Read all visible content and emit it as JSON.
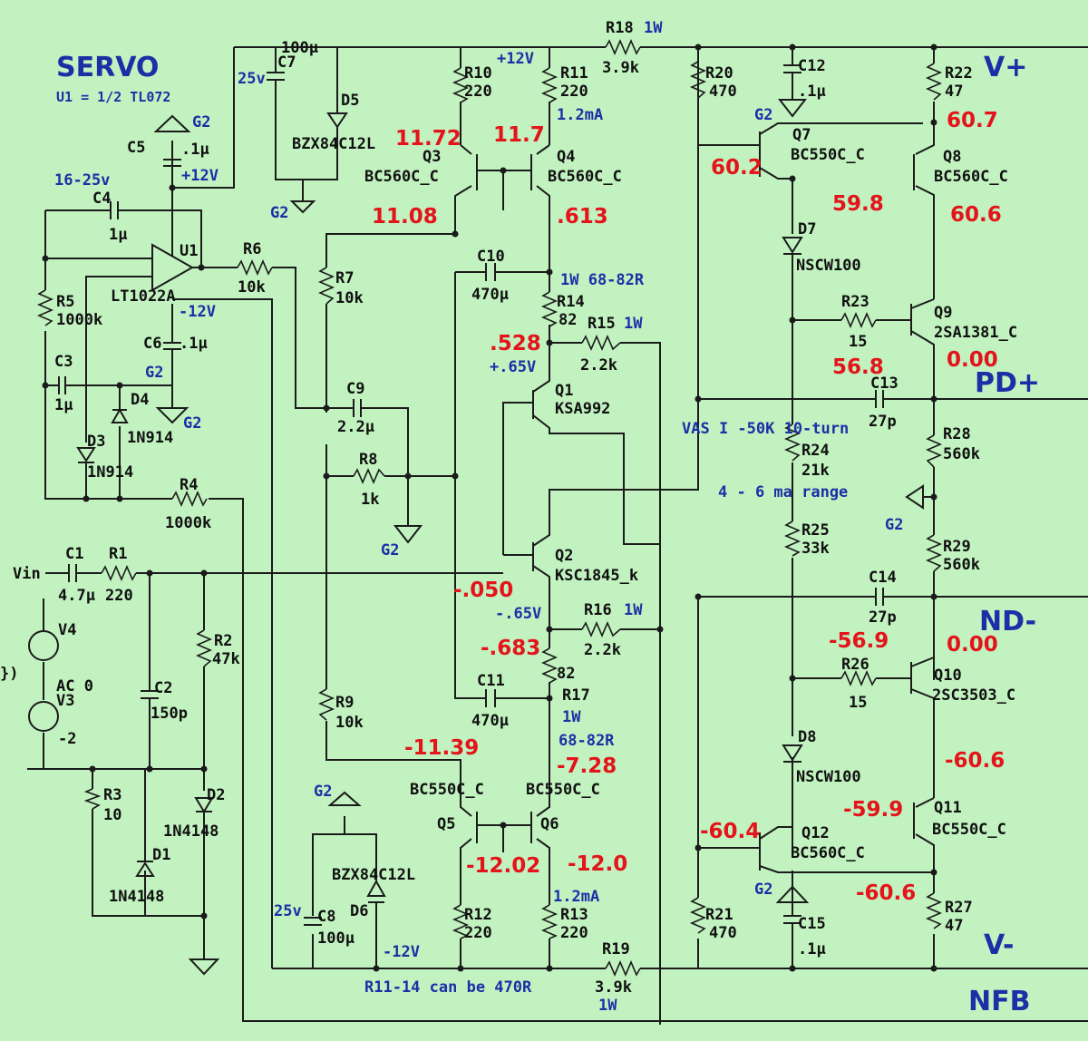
{
  "labels": {
    "servo": "SERVO",
    "u1_note": "U1 = 1/2 TL072",
    "v_plus": "V+",
    "v_minus": "V-",
    "pd_plus": "PD+",
    "nd_minus": "ND-",
    "nfb": "NFB",
    "vin": "Vin",
    "supply_16_25": "16-25v",
    "plus12_a": "+12V",
    "plus12_b": "+12V",
    "minus12_a": "-12V",
    "minus12_b": "-12V",
    "v25_a": "25v",
    "v25_b": "25v",
    "r18": "R18",
    "r18_power": "1W",
    "r18_val": "3.9k",
    "r19": "R19",
    "r19_val": "3.9k",
    "r19_power": "1W",
    "c7": "C7",
    "c7_val": "100µ",
    "d5": "D5",
    "d5_part": "BZX84C12L",
    "c8": "C8",
    "c8_val": "100µ",
    "d6": "D6",
    "d6_part": "BZX84C12L",
    "r10": "R10",
    "r10_val": "220",
    "r11": "R11",
    "r11_val": "220",
    "r11_current": "1.2mA",
    "r12": "R12",
    "r12_val": "220",
    "r13": "R13",
    "r13_val": "220",
    "r13_current": "1.2mA",
    "q3": "Q3",
    "q3_part": "BC560C_C",
    "q4": "Q4",
    "q4_part": "BC560C_C",
    "q5": "Q5",
    "q5_part": "BC550C_C",
    "q6": "Q6",
    "q6_part": "BC550C_C",
    "r20": "R20",
    "r20_val": "470",
    "r21": "R21",
    "r21_val": "470",
    "c12": "C12",
    "c12_val": ".1µ",
    "c15": "C15",
    "c15_val": ".1µ",
    "r22": "R22",
    "r22_val": "47",
    "r27": "R27",
    "r27_val": "47",
    "q7": "Q7",
    "q7_part": "BC550C_C",
    "q8": "Q8",
    "q8_part": "BC560C_C",
    "q11": "Q11",
    "q11_part": "BC550C_C",
    "q12": "Q12",
    "q12_part": "BC560C_C",
    "d7": "D7",
    "d7_part": "NSCW100",
    "d8": "D8",
    "d8_part": "NSCW100",
    "r23": "R23",
    "r23_val": "15",
    "r26": "R26",
    "r26_val": "15",
    "q9": "Q9",
    "q9_part": "2SA1381_C",
    "q10": "Q10",
    "q10_part": "2SC3503_C",
    "c13": "C13",
    "c13_val": "27p",
    "c14": "C14",
    "c14_val": "27p",
    "r28": "R28",
    "r28_val": "560k",
    "r29": "R29",
    "r29_val": "560k",
    "vas_note": "VAS I -50K 10-turn",
    "range_note": "4 - 6 ma range",
    "r24": "R24",
    "r24_val": "21k",
    "r25": "R25",
    "r25_val": "33k",
    "c5": "C5",
    "c5_val": ".1µ",
    "c4": "C4",
    "c4_val": "1µ",
    "u1": "U1",
    "u1_part": "LT1022A",
    "r5": "R5",
    "r5_val": "1000k",
    "c3": "C3",
    "c3_val": "1µ",
    "c6": "C6",
    "c6_val": ".1µ",
    "d3": "D3",
    "d3_part": "1N914",
    "d4": "D4",
    "d4_part": "1N914",
    "r4": "R4",
    "r4_val": "1000k",
    "r6": "R6",
    "r6_val": "10k",
    "r7": "R7",
    "r7_val": "10k",
    "r8": "R8",
    "r8_val": "1k",
    "r9": "R9",
    "r9_val": "10k",
    "c9": "C9",
    "c9_val": "2.2µ",
    "c10": "C10",
    "c10_val": "470µ",
    "c11": "C11",
    "c11_val": "470µ",
    "r14": "R14",
    "r14_val": "82",
    "r14_note": "1W  68-82R",
    "r15": "R15",
    "r15_power": "1W",
    "r15_val": "2.2k",
    "r16": "R16",
    "r16_power": "1W",
    "r16_val": "2.2k",
    "r17": "R17",
    "r17_val": "82",
    "r17_power": "1W",
    "r17_range": "68-82R",
    "q1": "Q1",
    "q1_part": "KSA992",
    "q1_vbe": "+.65V",
    "q2": "Q2",
    "q2_part": "KSC1845_k",
    "q2_vbe": "-.65V",
    "c1": "C1",
    "c1_val": "4.7µ",
    "r1": "R1",
    "r1_val": "220",
    "v4": "V4",
    "v3": "V3",
    "v3_ac": "AC 0",
    "v3_dc": "-2",
    "edge_paren": "})",
    "c2": "C2",
    "c2_val": "150p",
    "r2": "R2",
    "r2_val": "47k",
    "r3": "R3",
    "r3_val": "10",
    "d1": "D1",
    "d1_part": "1N4148",
    "d2": "D2",
    "d2_part": "1N4148",
    "r_note": "R11-14 can be 470R",
    "g2": "G2"
  },
  "voltages": {
    "q3_e": "11.72",
    "q4_e": "11.7",
    "q3_c": "11.08",
    "q4_c": ".613",
    "q1_b": ".528",
    "q2_b": "-.050",
    "q2_e": "-.683",
    "q5_c": "-11.39",
    "q6_c": "-7.28",
    "q5_e": "-12.02",
    "q6_e": "-12.0",
    "q7_b": "60.2",
    "q8_e": "60.7",
    "d7_a": "59.8",
    "q8_c": "60.6",
    "q9_b": "56.8",
    "pd": "0.00",
    "q10_b": "-56.9",
    "nd": "0.00",
    "q11_c": "-60.6",
    "q11_b": "-59.9",
    "q12_b": "-60.4",
    "r27_top": "-60.6"
  },
  "colors": {
    "background": "#c2f2c0",
    "wire": "#1b1b1b",
    "label_blue": "#1d2fa6",
    "voltage_red": "#e3141a"
  }
}
